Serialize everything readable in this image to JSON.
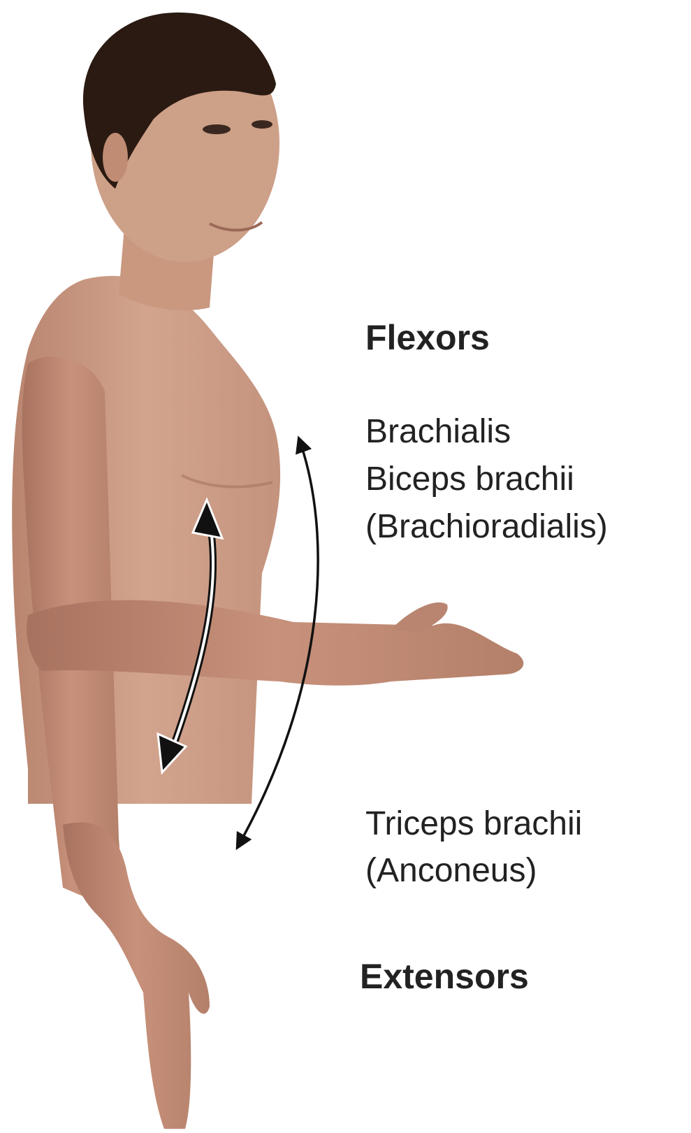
{
  "flexors": {
    "heading": "Flexors",
    "muscles": [
      "Brachialis",
      "Biceps brachii",
      "(Brachioradialis)"
    ]
  },
  "extensors": {
    "heading": "Extensors",
    "muscles": [
      "Triceps brachii",
      "(Anconeus)"
    ]
  },
  "colors": {
    "skin": "#c99a84",
    "skin_shadow": "#a87560",
    "hair": "#2a1a12",
    "arrow": "#111111",
    "text": "#222222"
  }
}
